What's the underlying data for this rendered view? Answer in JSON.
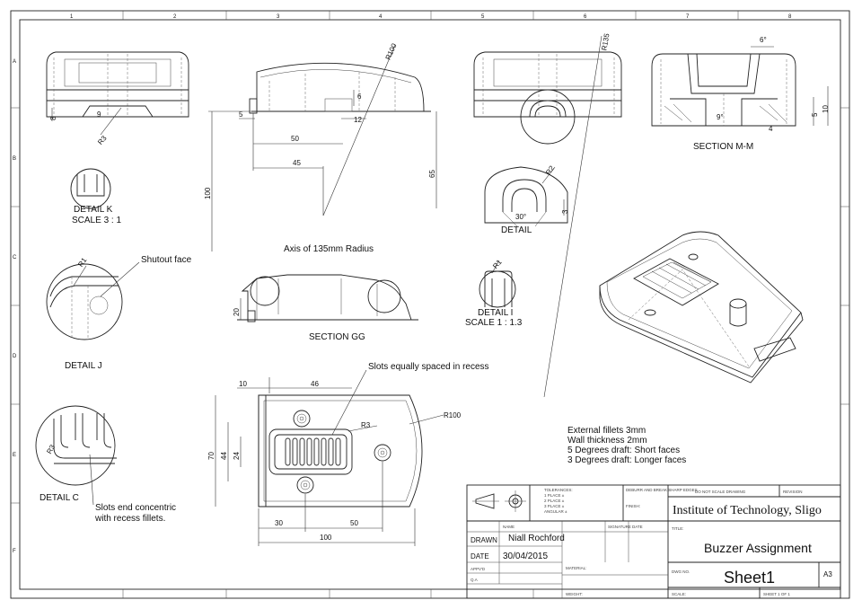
{
  "border": {
    "columns": [
      "1",
      "2",
      "3",
      "4",
      "5",
      "6",
      "7",
      "8"
    ],
    "rows": [
      "A",
      "B",
      "C",
      "D",
      "E",
      "F"
    ]
  },
  "views": {
    "detail_k": {
      "title": "DETAIL K",
      "scale": "SCALE 3 : 1"
    },
    "detail_j": {
      "title": "DETAIL J",
      "note": "Shutout face",
      "radius": "R1"
    },
    "detail_c": {
      "title": "DETAIL C",
      "note_line1": "Slots end concentric",
      "note_line2": "with recess fillets.",
      "radius": "R3"
    },
    "detail_l": {
      "title": "DETAIL",
      "radius": "R2",
      "angle": "30°",
      "dim": "3"
    },
    "detail_i": {
      "title": "DETAIL I",
      "scale": "SCALE 1 : 1.3",
      "radius": "R1"
    },
    "section_mm": {
      "title": "SECTION M-M",
      "angle": "6°",
      "dims": [
        "9°",
        "5",
        "10",
        "4"
      ]
    },
    "section_gg": {
      "title": "SECTION GG",
      "dim": "20"
    },
    "side_view": {
      "radius": "R100",
      "dims": [
        "5",
        "50",
        "45",
        "100",
        "65",
        "6",
        "12"
      ],
      "axis_note": "Axis of 135mm Radius"
    },
    "front_view": {
      "dims": [
        "8",
        "9",
        "R3"
      ]
    },
    "plan_view": {
      "note": "Slots equally spaced in recess",
      "dims_top": [
        "10",
        "46"
      ],
      "dims_left": [
        "70",
        "44",
        "24"
      ],
      "dims_bottom": [
        "30",
        "50",
        "100"
      ],
      "radii": [
        "R3",
        "R100"
      ]
    },
    "long_radius": "R135"
  },
  "notes": [
    "External fillets 3mm",
    "Wall thickness 2mm",
    "5 Degrees draft: Short faces",
    "3 Degrees draft: Longer faces"
  ],
  "title_block": {
    "header_small": "DO NOT SCALE DRAWING",
    "revision_label": "REVISION",
    "institution": "Institute of Technology, Sligo",
    "title_label": "TITLE:",
    "title": "Buzzer Assignment",
    "dwg_label": "DWG NO.",
    "sheet_name": "Sheet1",
    "size": "A3",
    "scale_label": "SCALE:",
    "sheet_label": "SHEET 1 OF 1",
    "name_label": "NAME",
    "signature_label": "SIGNATURE",
    "date_label": "DATE",
    "drawn_label": "DRAWN",
    "drawn_name": "Niall Rochford",
    "drawn_date": "30/04/2015",
    "date_row_label": "DATE",
    "appvd_label": "APPV'D",
    "qa_label": "Q.A",
    "material_label": "MATERIAL:",
    "weight_label": "WEIGHT:",
    "finish_label": "FINISH:",
    "deburr_label": "DEBURR AND BREAK SHARP EDGES",
    "tolerances": [
      "TOLERANCES:",
      "1 PLACE ±",
      "2 PLACE ±",
      "3 PLACE ±",
      "ANGULAR ±"
    ]
  }
}
